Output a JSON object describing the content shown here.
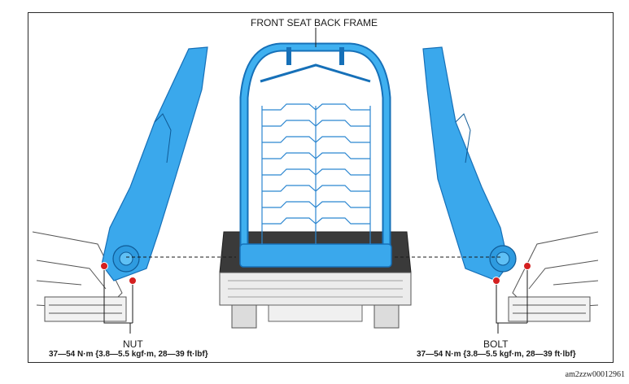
{
  "title": "FRONT SEAT BACK FRAME",
  "callouts": {
    "nut": "NUT",
    "bolt": "BOLT",
    "nut_torque": "37—54 N·m {3.8—5.5 kgf·m, 28—39 ft·lbf}",
    "bolt_torque": "37—54 N·m {3.8—5.5 kgf·m, 28—39 ft·lbf}"
  },
  "figure_code": "am2zzw00012961",
  "colors": {
    "frame_blue": "#2e9be0",
    "frame_blue_dark": "#1670b8",
    "fastener_red": "#d42020",
    "line": "#1a1a1a"
  }
}
